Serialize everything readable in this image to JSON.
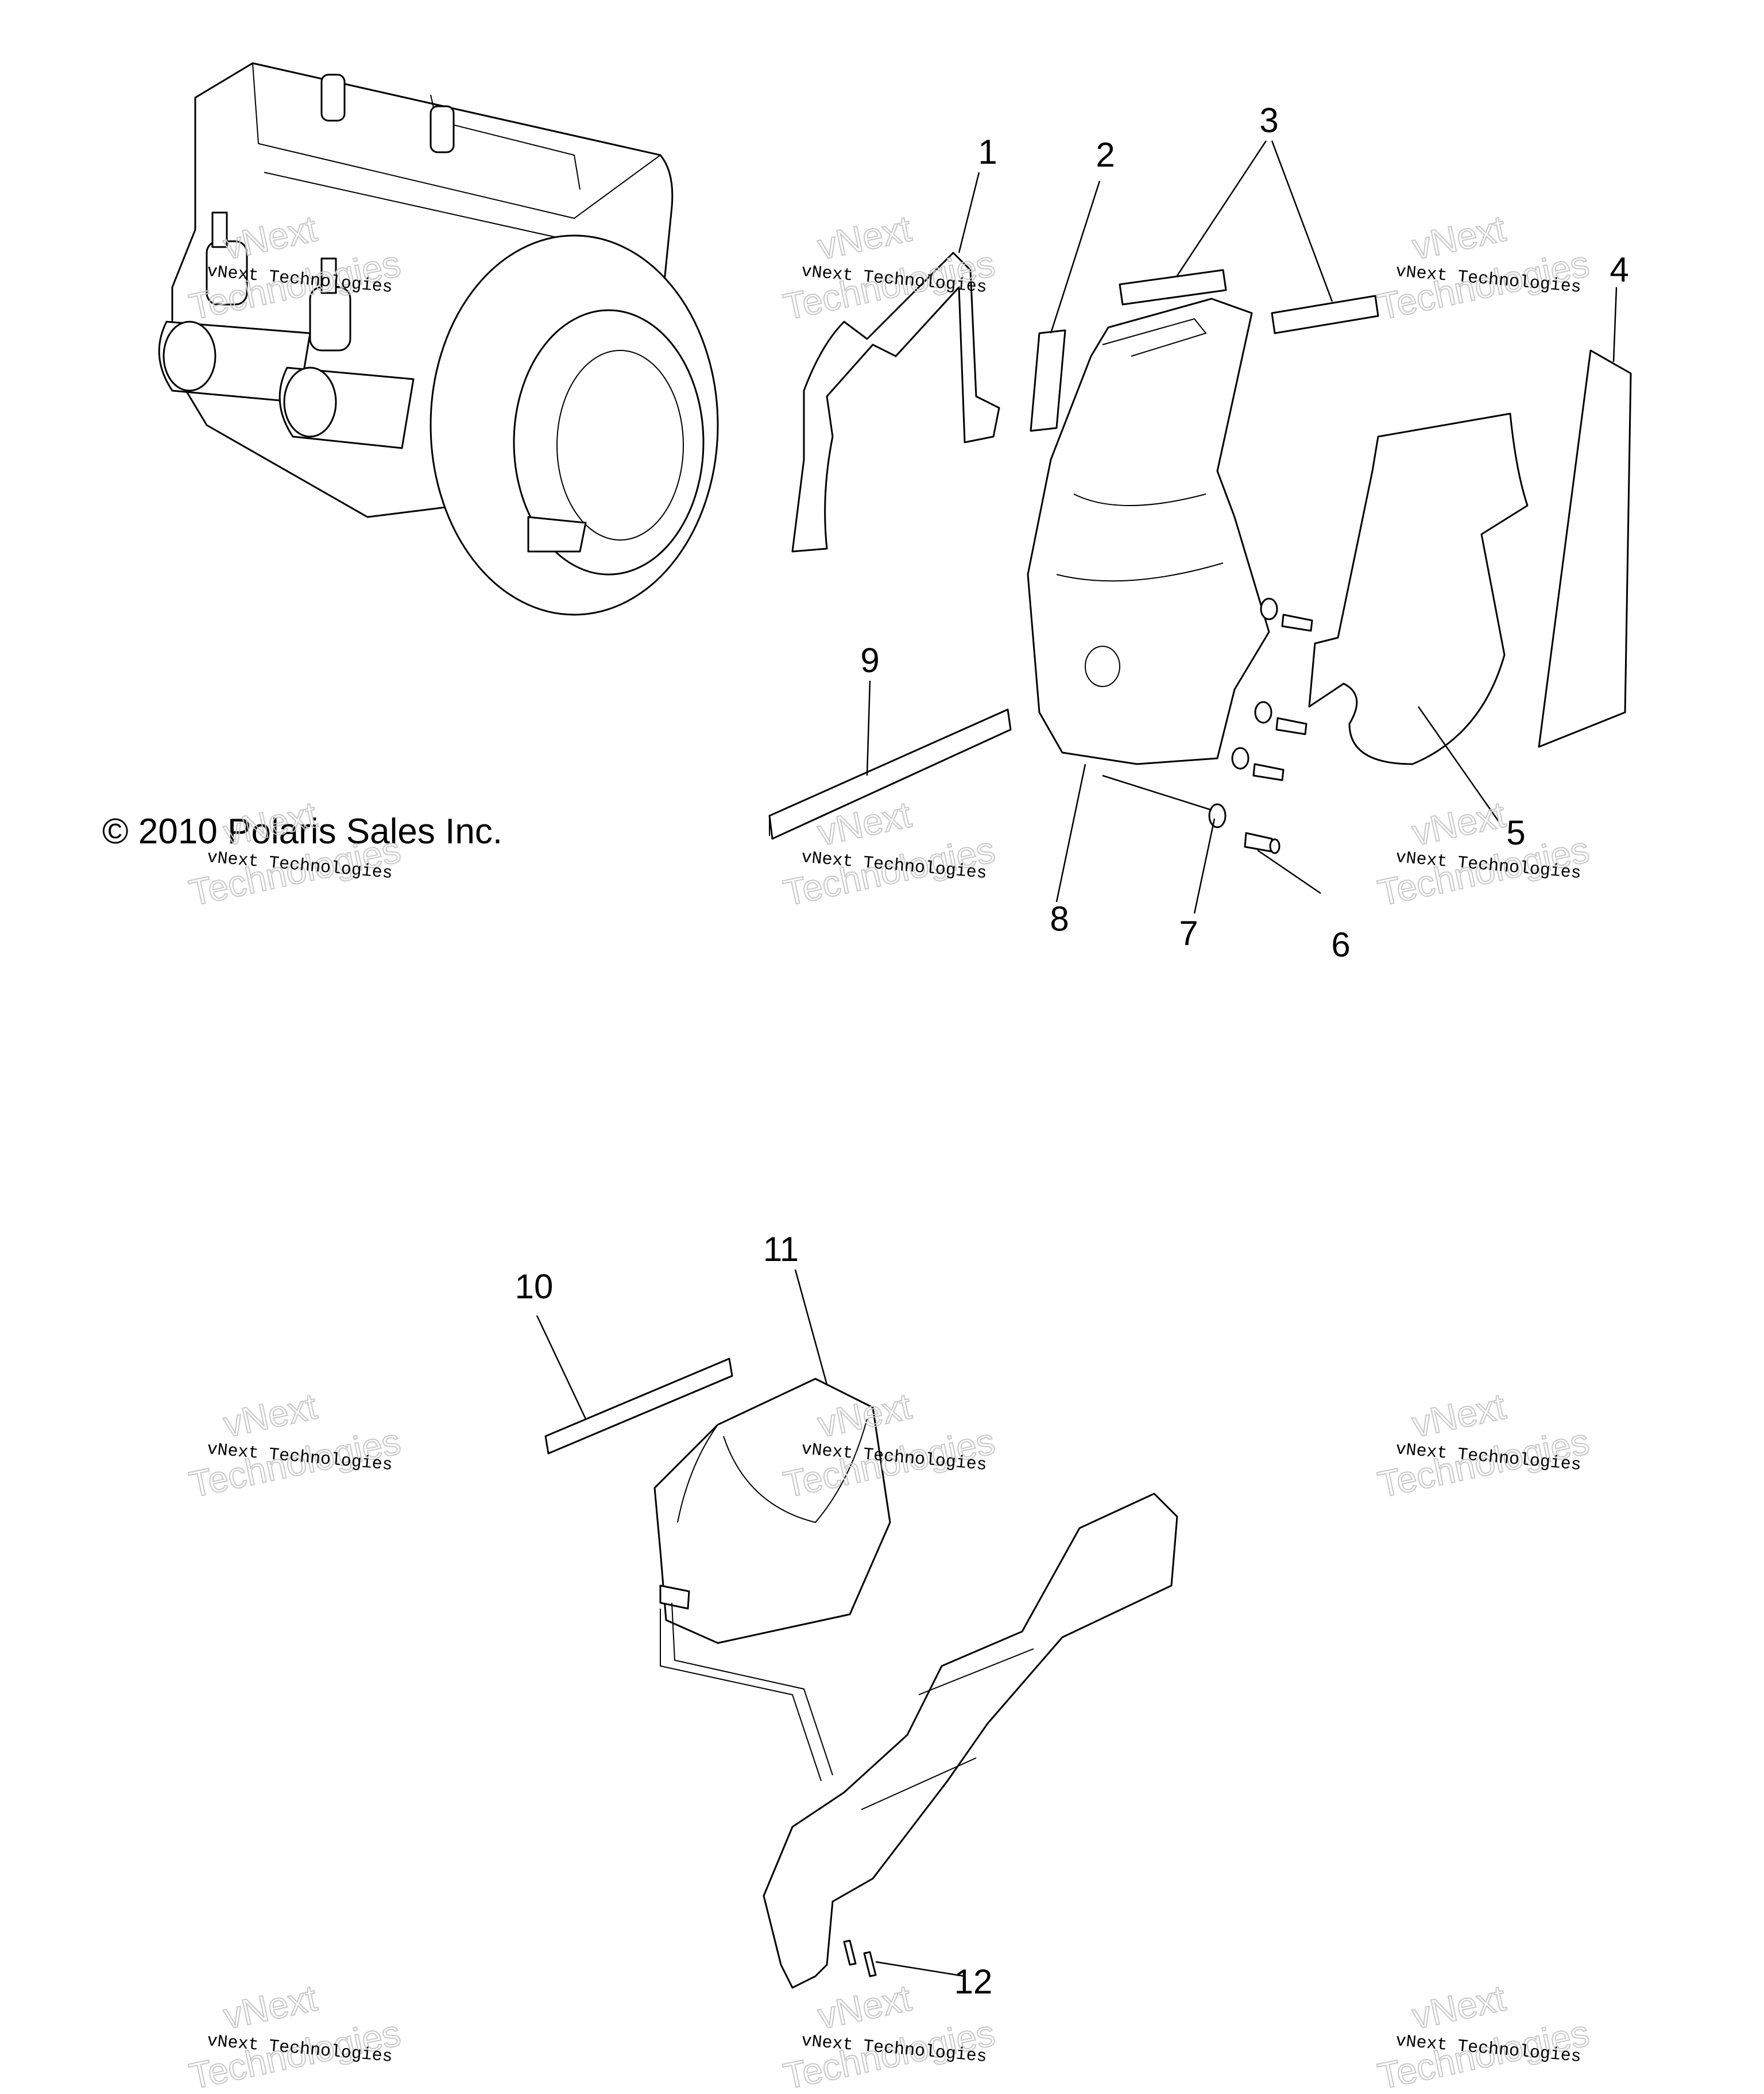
{
  "copyright": "© 2010 Polaris Sales Inc.",
  "watermark": {
    "line1": "vNext Technologies",
    "line2": "vNext",
    "line3": "Technologies"
  },
  "callouts": [
    "1",
    "2",
    "3",
    "4",
    "5",
    "6",
    "7",
    "8",
    "9",
    "10",
    "11",
    "12"
  ]
}
